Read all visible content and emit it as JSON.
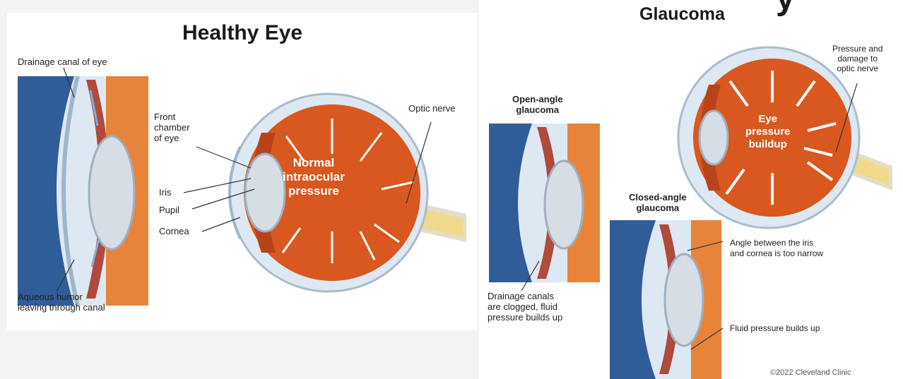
{
  "healthy": {
    "title": "Healthy Eye",
    "labels": {
      "drainage_canal": "Drainage canal of eye",
      "front_chamber": "Front\nchamber\nof eye",
      "iris": "Iris",
      "pupil": "Pupil",
      "cornea": "Cornea",
      "optic_nerve": "Optic nerve",
      "aqueous_humor": "Aqueous humor\nleaving through canal",
      "normal_pressure": "Normal\nintraocular\npressure"
    }
  },
  "glaucoma": {
    "title": "Glaucoma",
    "title_fragment": "y",
    "labels": {
      "open_angle": "Open-angle\nglaucoma",
      "closed_angle": "Closed-angle\nglaucoma",
      "pressure_damage": "Pressure and\ndamage to\noptic nerve",
      "eye_pressure_buildup": "Eye\npressure\nbuildup",
      "drainage_clogged": "Drainage canals\nare clogged, fluid\npressure builds up",
      "angle_narrow": "Angle between the iris\nand cornea is too narrow",
      "fluid_pressure": "Fluid pressure builds up"
    },
    "copyright": "©2022 Cleveland Clinic"
  },
  "colors": {
    "eye_orange": "#d9581f",
    "eye_orange_dark": "#b8431a",
    "sclera": "#dde8f2",
    "side_blue": "#2e5d9a",
    "side_orange": "#e8843a",
    "nerve_yellow": "#f0d98a"
  }
}
